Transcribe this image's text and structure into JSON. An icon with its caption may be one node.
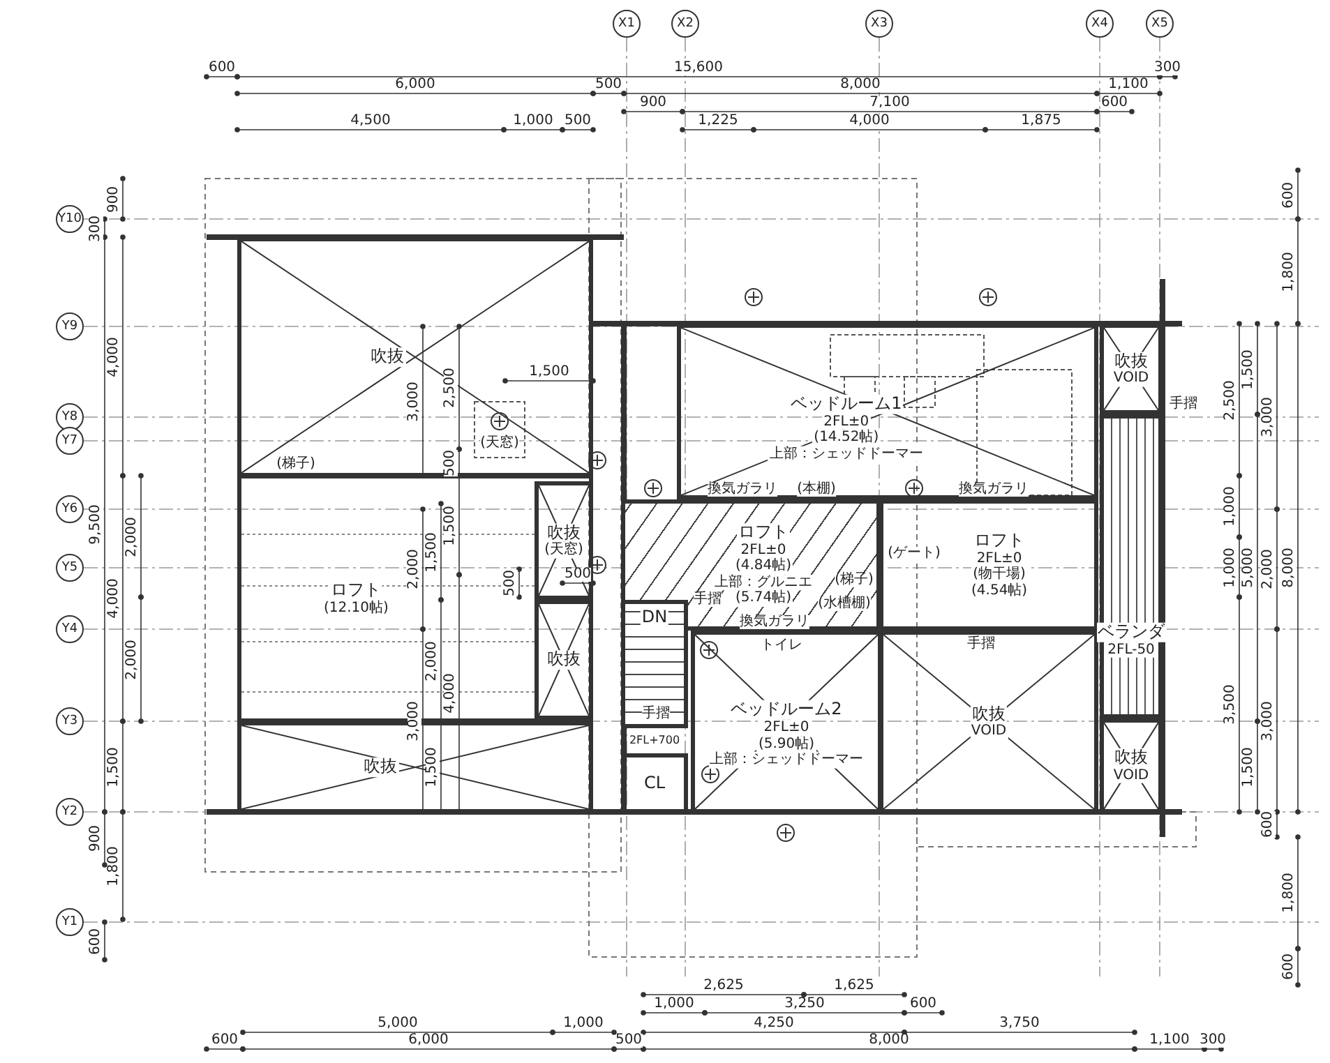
{
  "diagram": {
    "nodes": [
      {
        "text": [
          "吹抜"
        ]
      },
      {
        "text": [
          "ロフト",
          "(12.10帖)"
        ]
      },
      {
        "text": [
          "吹抜",
          "(天窓)"
        ],
        "in": 1
      },
      {
        "text": [
          "吹抜"
        ],
        "in": 1
      },
      {
        "text": [
          "吹抜"
        ]
      },
      {
        "text": [
          "ベッドルーム1",
          "2FL±0",
          "(14.52帖)",
          "上部：シェッドドーマー"
        ]
      },
      {
        "text": [
          "ロフト",
          "2FL±0",
          "(4.84帖)",
          "上部：グルニエ",
          "(5.74帖)"
        ]
      },
      {
        "text": [
          "ロフト",
          "2FL±0",
          "(物干場)",
          "(4.54帖)"
        ]
      },
      {
        "text": [
          "ベッドルーム2",
          "2FL±0",
          "(5.90帖)",
          "上部：シェッドドーマー"
        ]
      },
      {
        "text": [
          "吹抜",
          "VOID"
        ]
      },
      {
        "text": [
          "吹抜",
          "VOID"
        ]
      },
      {
        "text": [
          "ベランダ",
          "2FL-50"
        ]
      },
      {
        "text": [
          "吹抜",
          "VOID"
        ]
      },
      {
        "text": [
          "DN"
        ]
      },
      {
        "text": [
          "CL"
        ]
      }
    ],
    "labels": [
      "X1",
      "X2",
      "X3",
      "X4",
      "X5",
      "600",
      "15,600",
      "300",
      "6,000",
      "500",
      "8,000",
      "1,100",
      "900",
      "7,100",
      "600",
      "4,500",
      "1,000",
      "500",
      "1,225",
      "4,000",
      "1,875",
      "Y10",
      "Y9",
      "Y8",
      "Y7",
      "Y6",
      "Y5",
      "Y4",
      "Y3",
      "Y2",
      "Y1",
      "900",
      "4,000",
      "4,000",
      "1,500",
      "1,800",
      "300",
      "9,500",
      "900",
      "600",
      "2,000",
      "2,000",
      "3,000",
      "2,000",
      "3,000",
      "1,500",
      "2,000",
      "1,500",
      "2,500",
      "500",
      "1,500",
      "4,000",
      "1,500",
      "500",
      "500",
      "2,500",
      "1,000",
      "1,000",
      "3,500",
      "1,500",
      "5,000",
      "1,500",
      "3,000",
      "2,000",
      "3,000",
      "600",
      "600",
      "1,800",
      "8,000",
      "1,800",
      "600",
      "2,625",
      "1,625",
      "1,000",
      "3,250",
      "600",
      "5,000",
      "1,000",
      "4,250",
      "3,750",
      "600",
      "6,000",
      "500",
      "8,000",
      "1,100",
      "300",
      "(梯子)",
      "(天窓)",
      "手摺",
      "換気ガラリ",
      "(本棚)",
      "換気ガラリ",
      "(ゲート)",
      "(梯子)",
      "手摺",
      "(水槽棚)",
      "換気ガラリ",
      "トイレ",
      "手摺",
      "手摺",
      "2FL+700"
    ]
  }
}
